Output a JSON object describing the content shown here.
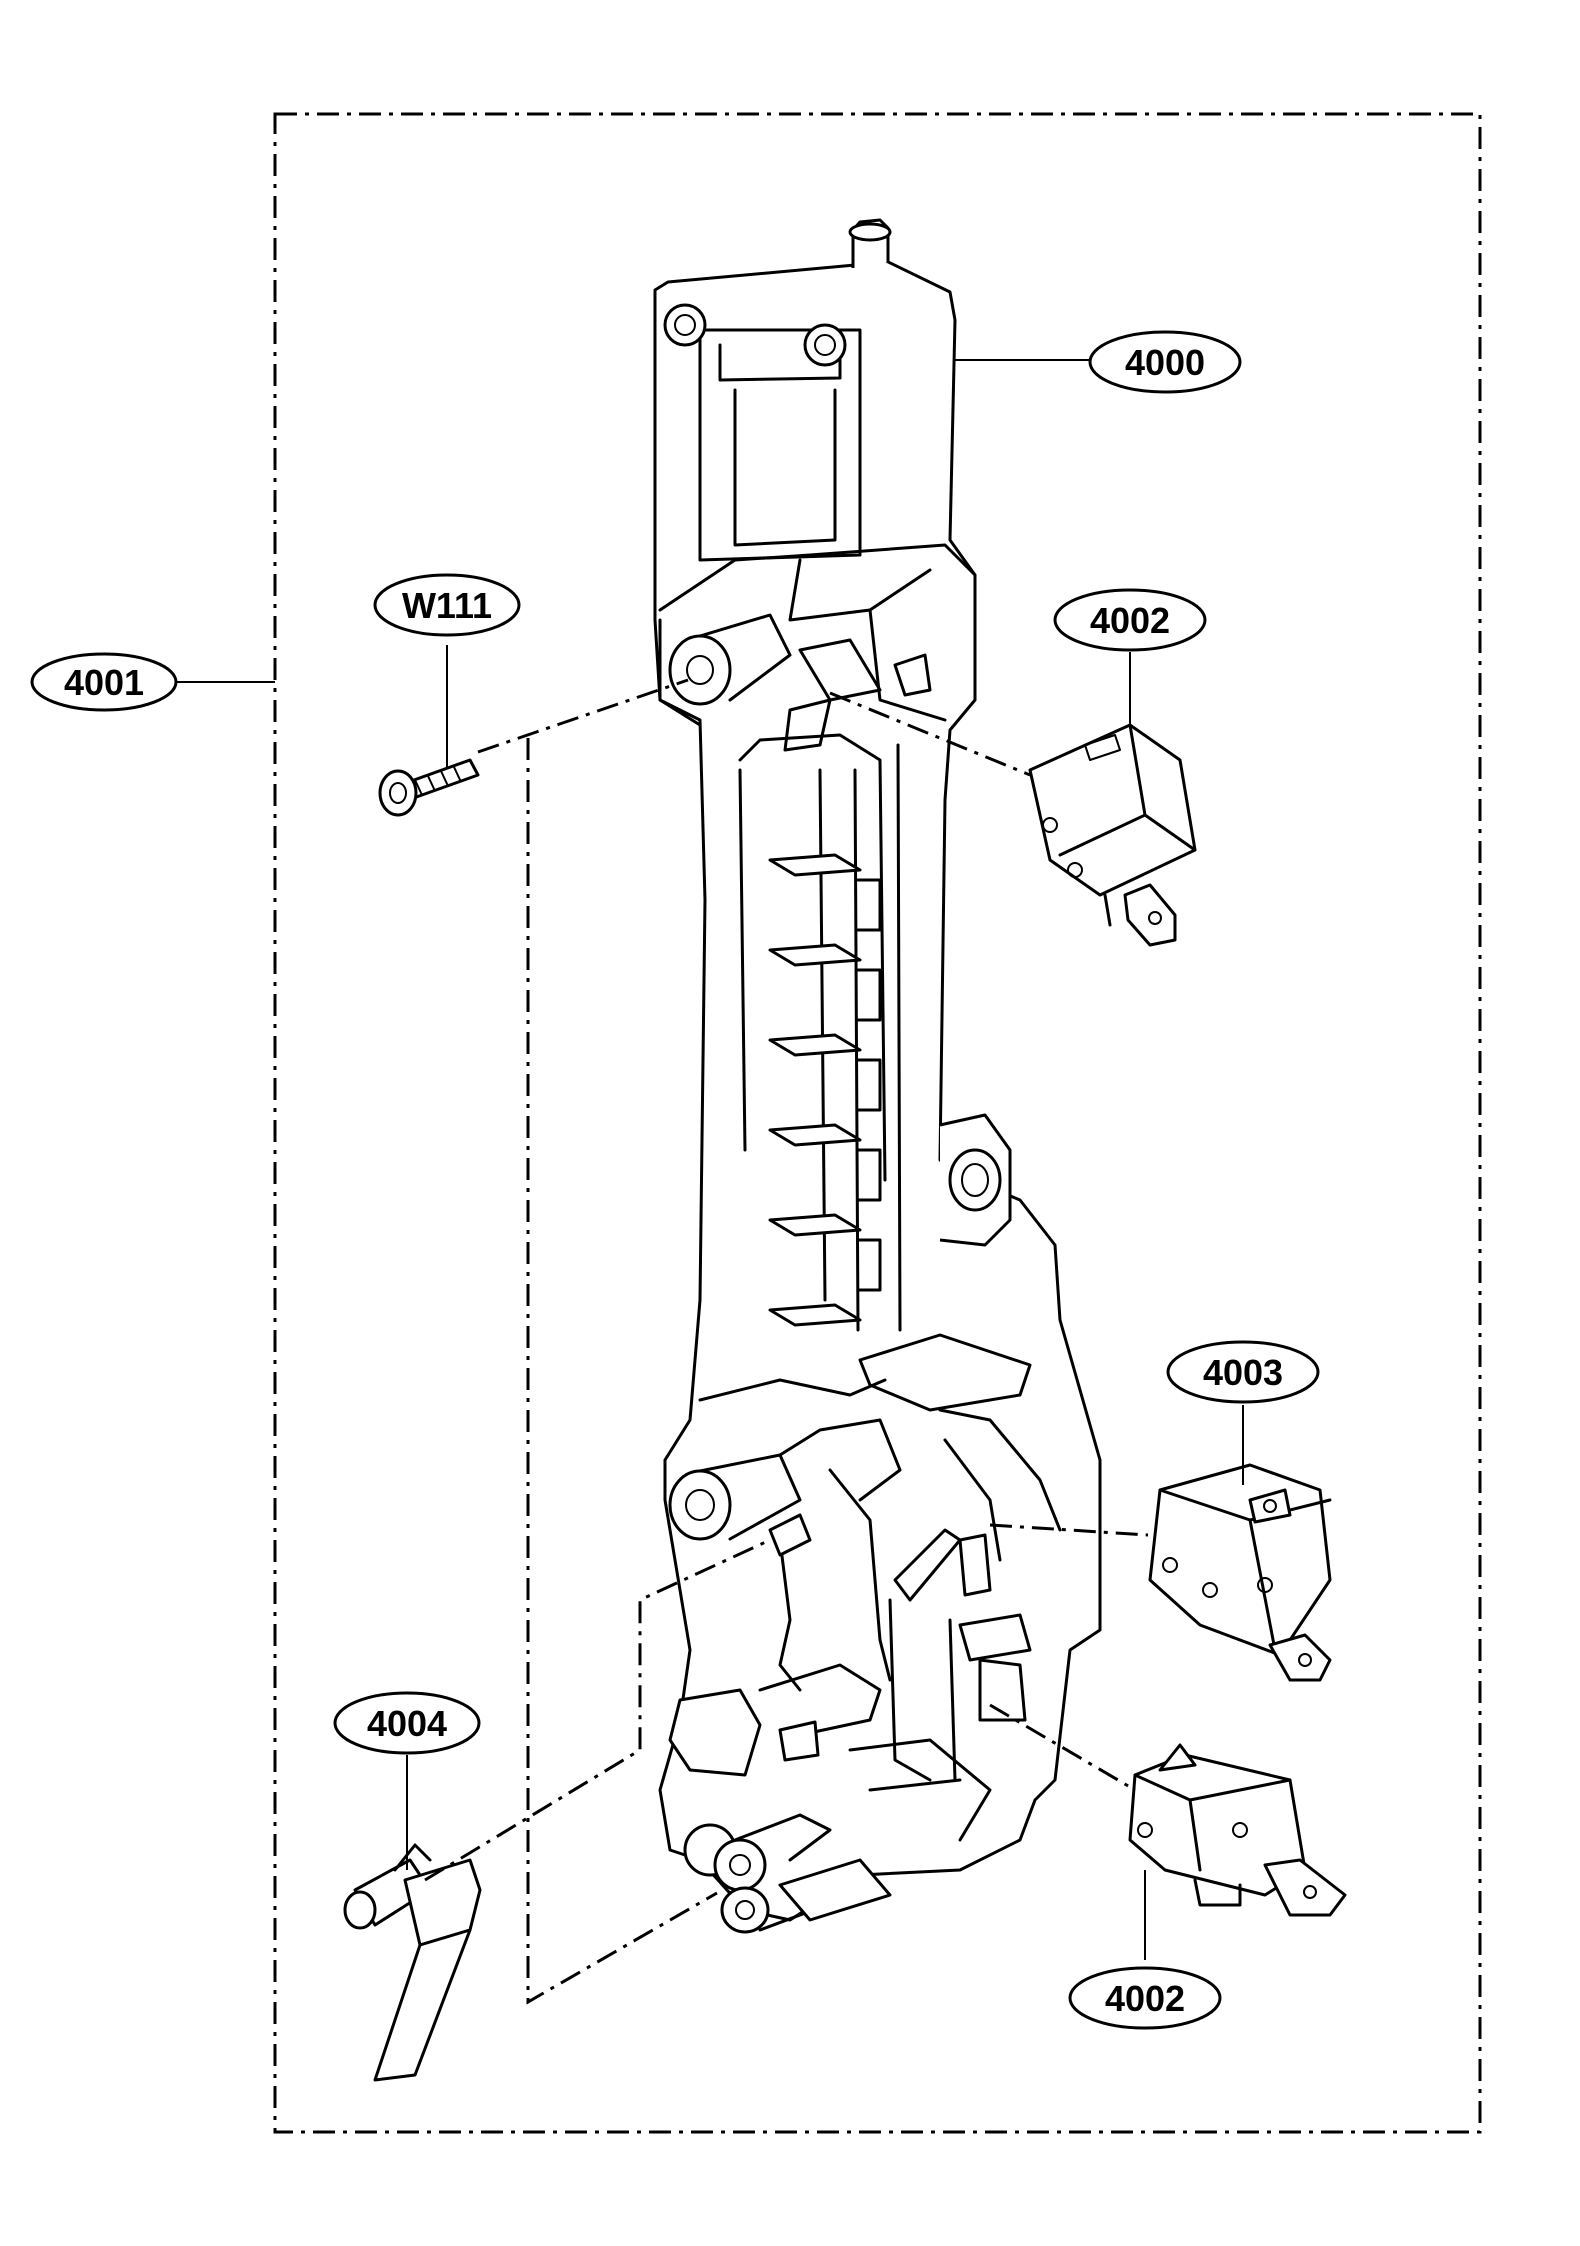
{
  "callouts": {
    "holder": "4000",
    "assembly": "4001",
    "switch_upper": "4002",
    "switch_middle": "4003",
    "switch_lower": "4002",
    "lever": "4004",
    "screw": "W111"
  },
  "line_color": "#000000",
  "background_color": "#ffffff"
}
